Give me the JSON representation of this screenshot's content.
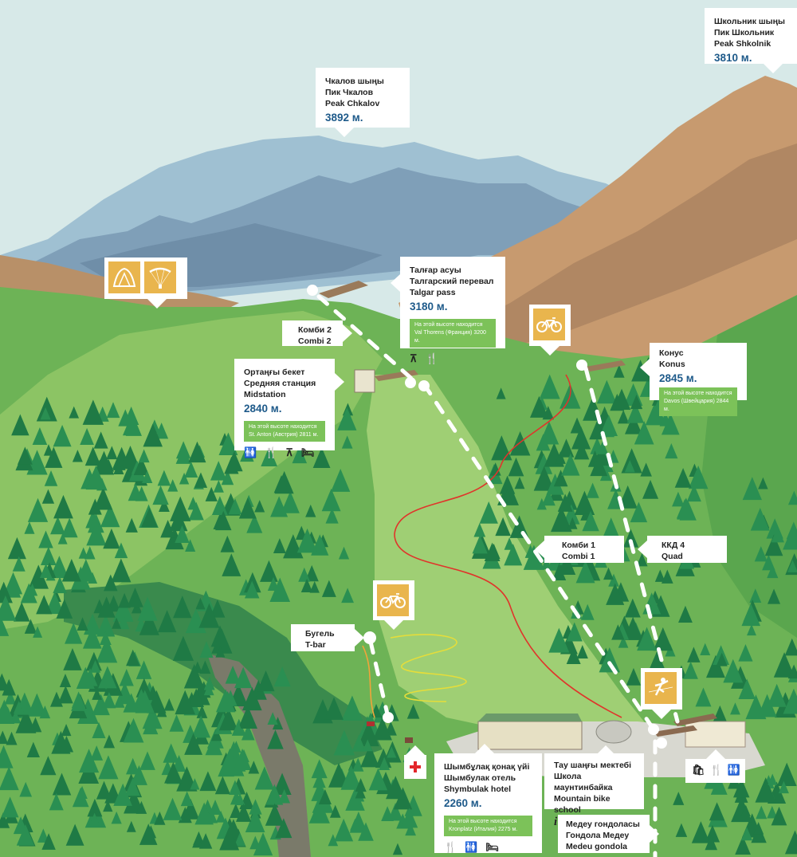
{
  "map": {
    "colors": {
      "sky": "#d7e9e8",
      "accent_altitude": "#1e5a8a",
      "compare_badge": "#7cc259",
      "icon_tile": "#e9b54d",
      "bike_trail": "#e0342b",
      "grass": "#6db356",
      "forest": "#1f7a45"
    },
    "peaks": [
      {
        "id": "chkalov",
        "lines": [
          "Чкалов шыңы",
          "Пик Чкалов",
          "Peak Chkalov"
        ],
        "altitude": "3892 м."
      },
      {
        "id": "shkolnik",
        "lines": [
          "Школьник шыңы",
          "Пик Школьник",
          "Peak Shkolnik"
        ],
        "altitude": "3810 м."
      }
    ],
    "stations": [
      {
        "id": "talgar",
        "lines": [
          "Талғар асуы",
          "Талгарский перевал",
          "Talgar pass"
        ],
        "altitude": "3180 м.",
        "compare": [
          "На этой высоте находится",
          "Val Thorens (Франция) 3200 м."
        ],
        "amenities": [
          "picnic-table",
          "restaurant"
        ]
      },
      {
        "id": "midstation",
        "lines": [
          "Ортаңғы бекет",
          "Средняя станция",
          "Midstation"
        ],
        "altitude": "2840 м.",
        "compare": [
          "На этой высоте находится",
          "St. Anton (Австрия) 2811 м."
        ],
        "amenities": [
          "restrooms",
          "restaurant",
          "picnic-table",
          "bed"
        ]
      },
      {
        "id": "konus",
        "lines": [
          "Конус",
          "Konus"
        ],
        "altitude": "2845 м.",
        "compare": [
          "На этой высоте находится",
          "Davos (Швейцария) 2844 м."
        ],
        "amenities": []
      },
      {
        "id": "hotel",
        "lines": [
          "Шымбұлақ  қонақ үйі",
          "Шымбулак отель",
          "Shymbulak hotel"
        ],
        "altitude": "2260 м.",
        "compare": [
          "На этой высоте находится",
          "Kronplatz (Италия) 2275 м."
        ],
        "amenities": [
          "restaurant",
          "restrooms",
          "bed"
        ]
      }
    ],
    "lifts": [
      {
        "id": "combi2",
        "lines": [
          "Комби 2",
          "Combi 2"
        ]
      },
      {
        "id": "combi1",
        "lines": [
          "Комби 1",
          "Combi 1"
        ]
      },
      {
        "id": "quad4",
        "lines": [
          "ККД 4",
          "Quad"
        ]
      },
      {
        "id": "tbar",
        "lines": [
          "Бугель",
          "T-bar"
        ]
      }
    ],
    "school": {
      "lines": [
        "Тау шаңғы мектебі",
        "Школа маунтинбайка",
        "Mountain bike school"
      ],
      "icon": "info-icon"
    },
    "gondola": {
      "lines": [
        "Медеу гондоласы",
        "Гондола Медеу",
        "Medeu gondola"
      ]
    },
    "activities": {
      "top_left": [
        "camping-tent",
        "paragliding"
      ],
      "bike_top": "mountain-bike",
      "bike_lower": "mountain-bike",
      "slackline": "slackline",
      "first_aid": "first-aid-cross"
    },
    "base_amenities": [
      "shop-bag",
      "restaurant",
      "restrooms"
    ],
    "amenity_glyphs": {
      "picnic-table": "⊼",
      "restaurant": "🍴",
      "restrooms": "🚻",
      "bed": "🛏",
      "shop-bag": "🛍"
    }
  }
}
